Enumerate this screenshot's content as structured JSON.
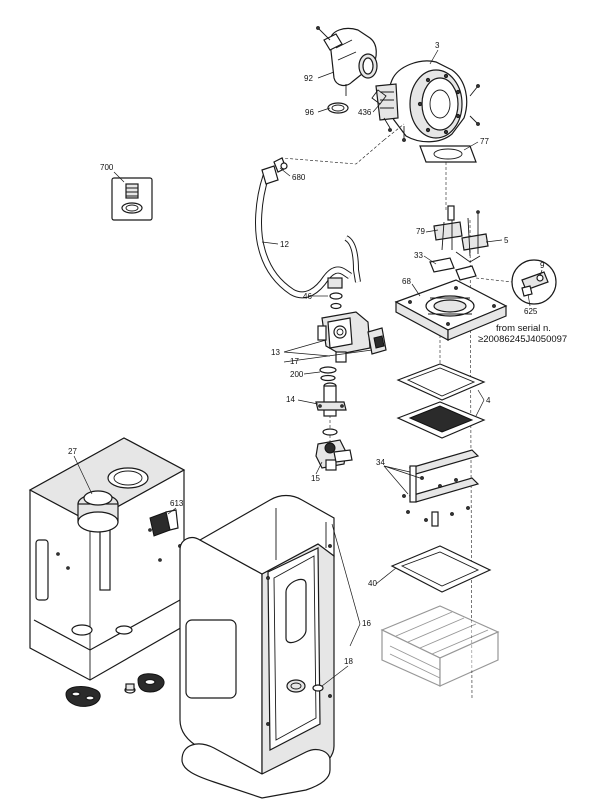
{
  "labels": {
    "p3": "3",
    "p92": "92",
    "p96": "96",
    "p436": "436",
    "p77": "77",
    "p700": "700",
    "p680": "680",
    "p12": "12",
    "p79": "79",
    "p5": "5",
    "p33": "33",
    "p9": "9",
    "p68": "68",
    "p625": "625",
    "p46": "46",
    "p13": "13",
    "p17": "17",
    "p200": "200",
    "p4": "4",
    "p14": "14",
    "p15": "15",
    "p34": "34",
    "p27": "27",
    "p613": "613",
    "p40": "40",
    "p16": "16",
    "p18": "18"
  },
  "note": {
    "line1": "from serial n.",
    "line2": "≥20086245J4050097"
  }
}
